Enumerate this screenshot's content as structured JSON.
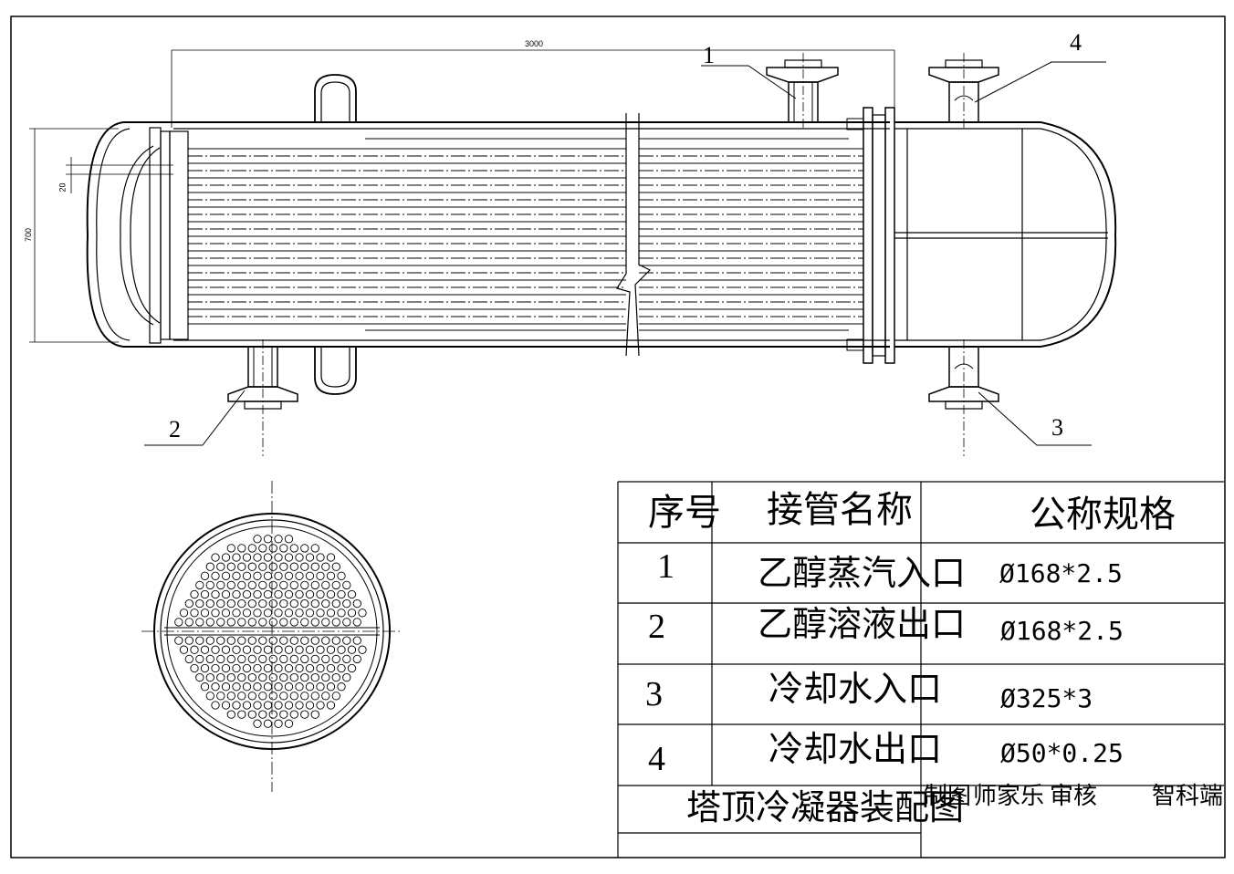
{
  "callouts": [
    "1",
    "2",
    "3",
    "4"
  ],
  "dimensions": {
    "length": "3000",
    "diameter": "700",
    "gap": "20"
  },
  "table": {
    "headers": [
      "序号",
      "接管名称",
      "公称规格"
    ],
    "rows": [
      {
        "no": "1",
        "name": "乙醇蒸汽入口",
        "spec": "Ø168*2.5"
      },
      {
        "no": "2",
        "name": "乙醇溶液出口",
        "spec": "Ø168*2.5"
      },
      {
        "no": "3",
        "name": "冷却水入口",
        "spec": "Ø325*3"
      },
      {
        "no": "4",
        "name": "冷却水出口",
        "spec": "Ø50*0.25"
      }
    ]
  },
  "title_block": {
    "title": "塔顶冷凝器装配图",
    "drawn_label": "制图",
    "drawn_by": "师家乐",
    "review_label": "审核",
    "reviewed_by": "智科端"
  }
}
